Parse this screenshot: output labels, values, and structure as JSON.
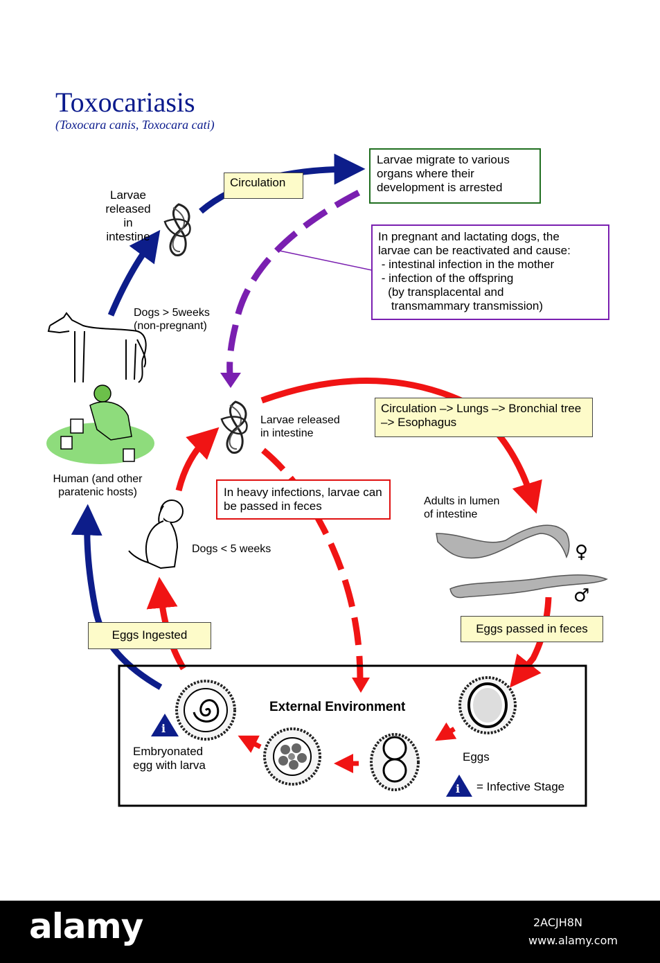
{
  "header": {
    "title": "Toxocariasis",
    "subtitle": "(Toxocara canis, Toxocara cati)"
  },
  "labels": {
    "larvae_released_intestine_top": "Larvae\nreleased\nin intestine",
    "circulation": "Circulation",
    "larvae_migrate": "Larvae migrate to various organs where their development is arrested",
    "pregnant_note_line1": "In pregnant and lactating dogs, the",
    "pregnant_note_line2": "larvae can be reactivated and cause:",
    "pregnant_note_line3": " - intestinal infection in the mother",
    "pregnant_note_line4": " - infection of the offspring",
    "pregnant_note_line5": "   (by transplacental and",
    "pregnant_note_line6": "    transmammary transmission)",
    "dogs_over_5weeks": "Dogs > 5weeks\n(non-pregnant)",
    "larvae_released_intestine_mid": "Larvae released\nin intestine",
    "circulation_lungs": "Circulation –> Lungs –> Bronchial tree –> Esophagus",
    "human_hosts": "Human (and other\nparatenic hosts)",
    "heavy_infections": "In heavy infections, larvae can be passed in feces",
    "adults_lumen": "Adults in lumen\nof intestine",
    "dogs_under_5weeks": "Dogs < 5 weeks",
    "female_symbol": "♀",
    "male_symbol": "♂",
    "eggs_ingested": "Eggs Ingested",
    "eggs_passed": "Eggs passed in feces",
    "external_environment": "External Environment",
    "embryonated_egg": "Embryonated\negg with larva",
    "eggs": "Eggs",
    "infective_stage": "= Infective Stage",
    "infective_icon_letter": "i"
  },
  "watermark": {
    "brand": "alamy",
    "image_id": "2ACJH8N",
    "site": "www.alamy.com"
  },
  "colors": {
    "title_blue": "#0a1a8c",
    "arrow_blue": "#0d1d8a",
    "arrow_red": "#f01414",
    "arrow_purple": "#7a1fb0",
    "box_green": "#1f6e1f",
    "box_purple": "#7a1fb0",
    "box_red": "#e01010",
    "box_yellow": "#fdfbc9"
  }
}
